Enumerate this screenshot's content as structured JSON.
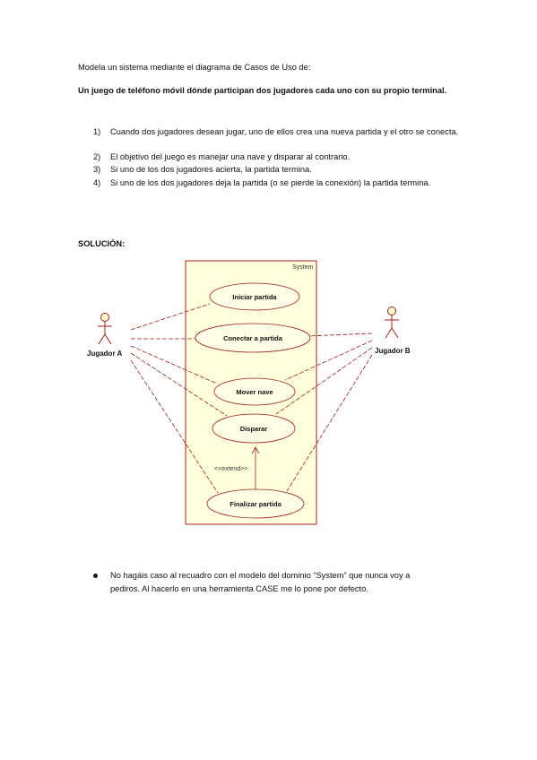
{
  "intro": "Modela un sistema mediante el diagrama de Casos de Uso de:",
  "title": "Un juego de teléfono móvil dónde participan dos jugadores cada uno con su propio terminal.",
  "requirements": [
    {
      "num": "1)",
      "text": "Cuando dos jugadores desean jugar, uno de ellos crea una nueva partida y el otro se conecta."
    },
    {
      "num": "2)",
      "text": "El objetivo del juego es manejar una nave y disparar al contrario."
    },
    {
      "num": "3)",
      "text": "Si uno de los dos jugadores acierta, la partida termina."
    },
    {
      "num": "4)",
      "text": "Si uno de los dos jugadores deja la partida (o se pierde la conexión) la partida termina."
    }
  ],
  "solution_label": "SOLUCIÓN:",
  "diagram": {
    "system_label": "System",
    "actor_a": "Jugador A",
    "actor_b": "Jugador B",
    "use_cases": {
      "iniciar": "Iniciar partida",
      "conectar": "Conectar a partida",
      "mover": "Mover nave",
      "disparar": "Disparar",
      "finalizar": "Finalizar partida"
    },
    "extend_label": "<<extend>>",
    "colors": {
      "system_fill": "#ffffdc",
      "line": "#a02020",
      "ellipse_fill": "#fffde6"
    }
  },
  "note_lines": [
    "No hagáis caso al recuadro con el modelo del dominio “System” que nunca voy a",
    "pediros. Al hacerlo en una herramienta CASE me lo pone por defecto."
  ]
}
